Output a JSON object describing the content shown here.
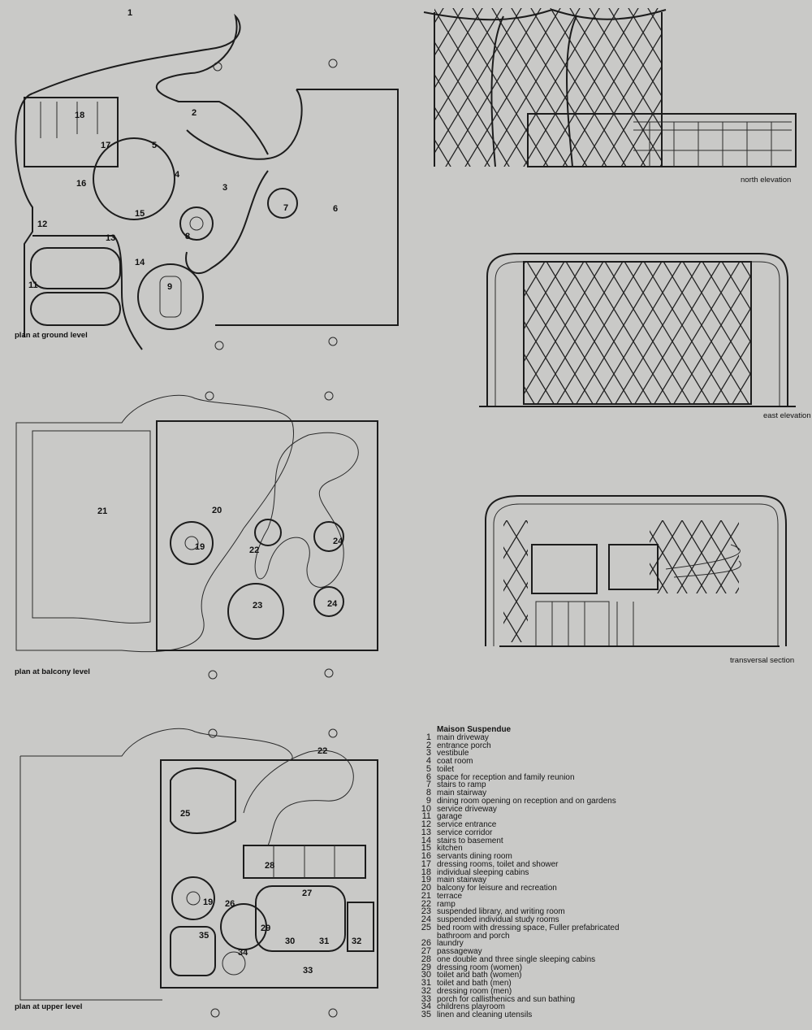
{
  "plans": {
    "ground": {
      "caption": "plan at ground level",
      "labels": [
        "1",
        "2",
        "3",
        "4",
        "5",
        "6",
        "7",
        "8",
        "9",
        "11",
        "12",
        "13",
        "14",
        "15",
        "16",
        "17",
        "18"
      ]
    },
    "balcony": {
      "caption": "plan at balcony level",
      "labels": [
        "21",
        "20",
        "19",
        "22",
        "23",
        "24",
        "24"
      ]
    },
    "upper": {
      "caption": "plan at upper level",
      "labels": [
        "22",
        "25",
        "28",
        "27",
        "19",
        "26",
        "29",
        "30",
        "31",
        "32",
        "35",
        "34",
        "33"
      ]
    }
  },
  "elevations": {
    "north": "north elevation",
    "east": "east elevation",
    "section": "transversal section"
  },
  "legend": {
    "title": "Maison Suspendue",
    "items": [
      {
        "n": "1",
        "t": "main driveway"
      },
      {
        "n": "2",
        "t": "entrance porch"
      },
      {
        "n": "3",
        "t": "vestibule"
      },
      {
        "n": "4",
        "t": "coat room"
      },
      {
        "n": "5",
        "t": "toilet"
      },
      {
        "n": "6",
        "t": "space for reception and family reunion"
      },
      {
        "n": "7",
        "t": "stairs to ramp"
      },
      {
        "n": "8",
        "t": "main stairway"
      },
      {
        "n": "9",
        "t": "dining room opening on reception and on gardens"
      },
      {
        "n": "10",
        "t": "service driveway"
      },
      {
        "n": "11",
        "t": "garage"
      },
      {
        "n": "12",
        "t": "service entrance"
      },
      {
        "n": "13",
        "t": "service corridor"
      },
      {
        "n": "14",
        "t": "stairs to basement"
      },
      {
        "n": "15",
        "t": "kitchen"
      },
      {
        "n": "16",
        "t": "servants dining room"
      },
      {
        "n": "17",
        "t": "dressing rooms, toilet and shower"
      },
      {
        "n": "18",
        "t": "individual sleeping cabins"
      },
      {
        "n": "19",
        "t": "main stairway"
      },
      {
        "n": "20",
        "t": "balcony for leisure and recreation"
      },
      {
        "n": "21",
        "t": "terrace"
      },
      {
        "n": "22",
        "t": "ramp"
      },
      {
        "n": "23",
        "t": "suspended library, and writing room"
      },
      {
        "n": "24",
        "t": "suspended individual study rooms"
      },
      {
        "n": "25",
        "t": "bed room with dressing space, Fuller prefabricated"
      },
      {
        "n": "",
        "t": "bathroom and porch"
      },
      {
        "n": "26",
        "t": "laundry"
      },
      {
        "n": "27",
        "t": "passageway"
      },
      {
        "n": "28",
        "t": "one double and three single sleeping cabins"
      },
      {
        "n": "29",
        "t": "dressing room (women)"
      },
      {
        "n": "30",
        "t": "toilet and bath (women)"
      },
      {
        "n": "31",
        "t": "toilet and bath (men)"
      },
      {
        "n": "32",
        "t": "dressing room (men)"
      },
      {
        "n": "33",
        "t": "porch for callisthenics and sun bathing"
      },
      {
        "n": "34",
        "t": "childrens playroom"
      },
      {
        "n": "35",
        "t": "linen and cleaning utensils"
      }
    ]
  }
}
